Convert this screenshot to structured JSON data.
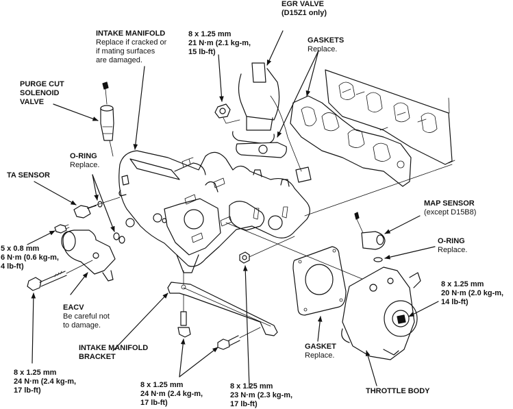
{
  "diagram": {
    "subject": "Intake manifold exploded view",
    "labels": {
      "intake_manifold": {
        "title": "INTAKE MANIFOLD",
        "lines": [
          "Replace if cracked or",
          "if mating surfaces",
          "are damaged."
        ]
      },
      "egr_valve": {
        "title": "EGR VALVE",
        "lines": [
          "(D15Z1 only)"
        ]
      },
      "egr_bolt_spec": {
        "lines": [
          "8 x 1.25 mm",
          "21 N·m (2.1 kg-m,",
          "15 lb-ft)"
        ]
      },
      "gaskets": {
        "title": "GASKETS",
        "lines": [
          "Replace."
        ]
      },
      "purge_cut_solenoid": {
        "title": "PURGE CUT",
        "lines": [
          "SOLENOID",
          "VALVE"
        ]
      },
      "o_ring_left": {
        "title": "O-RING",
        "lines": [
          "Replace."
        ]
      },
      "ta_sensor": {
        "title": "TA SENSOR",
        "lines": []
      },
      "ta_bolt_spec": {
        "lines": [
          "5 x 0.8 mm",
          "6 N·m (0.6 kg-m,",
          "4 lb-ft)"
        ]
      },
      "eacv": {
        "title": "EACV",
        "lines": [
          "Be careful not",
          "to damage."
        ]
      },
      "intake_manifold_bracket": {
        "title": "INTAKE MANIFOLD",
        "lines": [
          "BRACKET"
        ]
      },
      "eacv_bolt_spec": {
        "lines": [
          "8 x 1.25 mm",
          "24 N·m (2.4 kg-m,",
          "17 lb-ft)"
        ]
      },
      "bracket_bolt_spec": {
        "lines": [
          "8 x 1.25 mm",
          "24 N·m (2.4 kg-m,",
          "17 lb-ft)"
        ]
      },
      "manifold_nut_spec": {
        "lines": [
          "8 x 1.25 mm",
          "23 N·m (2.3 kg-m,",
          "17 lb-ft)"
        ]
      },
      "gasket_tb": {
        "title": "GASKET",
        "lines": [
          "Replace."
        ]
      },
      "throttle_body": {
        "title": "THROTTLE BODY",
        "lines": []
      },
      "map_sensor": {
        "title": "MAP SENSOR",
        "lines": [
          "(except D15B8)"
        ]
      },
      "o_ring_right": {
        "title": "O-RING",
        "lines": [
          "Replace."
        ]
      },
      "throttle_nut_spec": {
        "lines": [
          "8 x 1.25 mm",
          "20 N·m (2.0 kg-m,",
          "14 lb-ft)"
        ]
      }
    }
  }
}
